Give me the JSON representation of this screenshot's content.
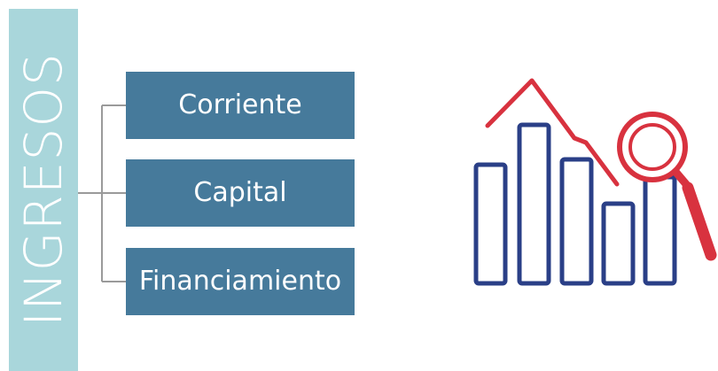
{
  "banner": {
    "label": "INGRESOS",
    "color": "#a9d6db"
  },
  "categories": [
    {
      "label": "Corriente"
    },
    {
      "label": "Capital"
    },
    {
      "label": "Financiamiento"
    }
  ],
  "colors": {
    "box": "#467a9b",
    "connector": "#9a9a9a",
    "bars": "#2a3f87",
    "trend": "#d8323f"
  },
  "illustration": {
    "icon": "bar-chart-magnifier-icon"
  }
}
